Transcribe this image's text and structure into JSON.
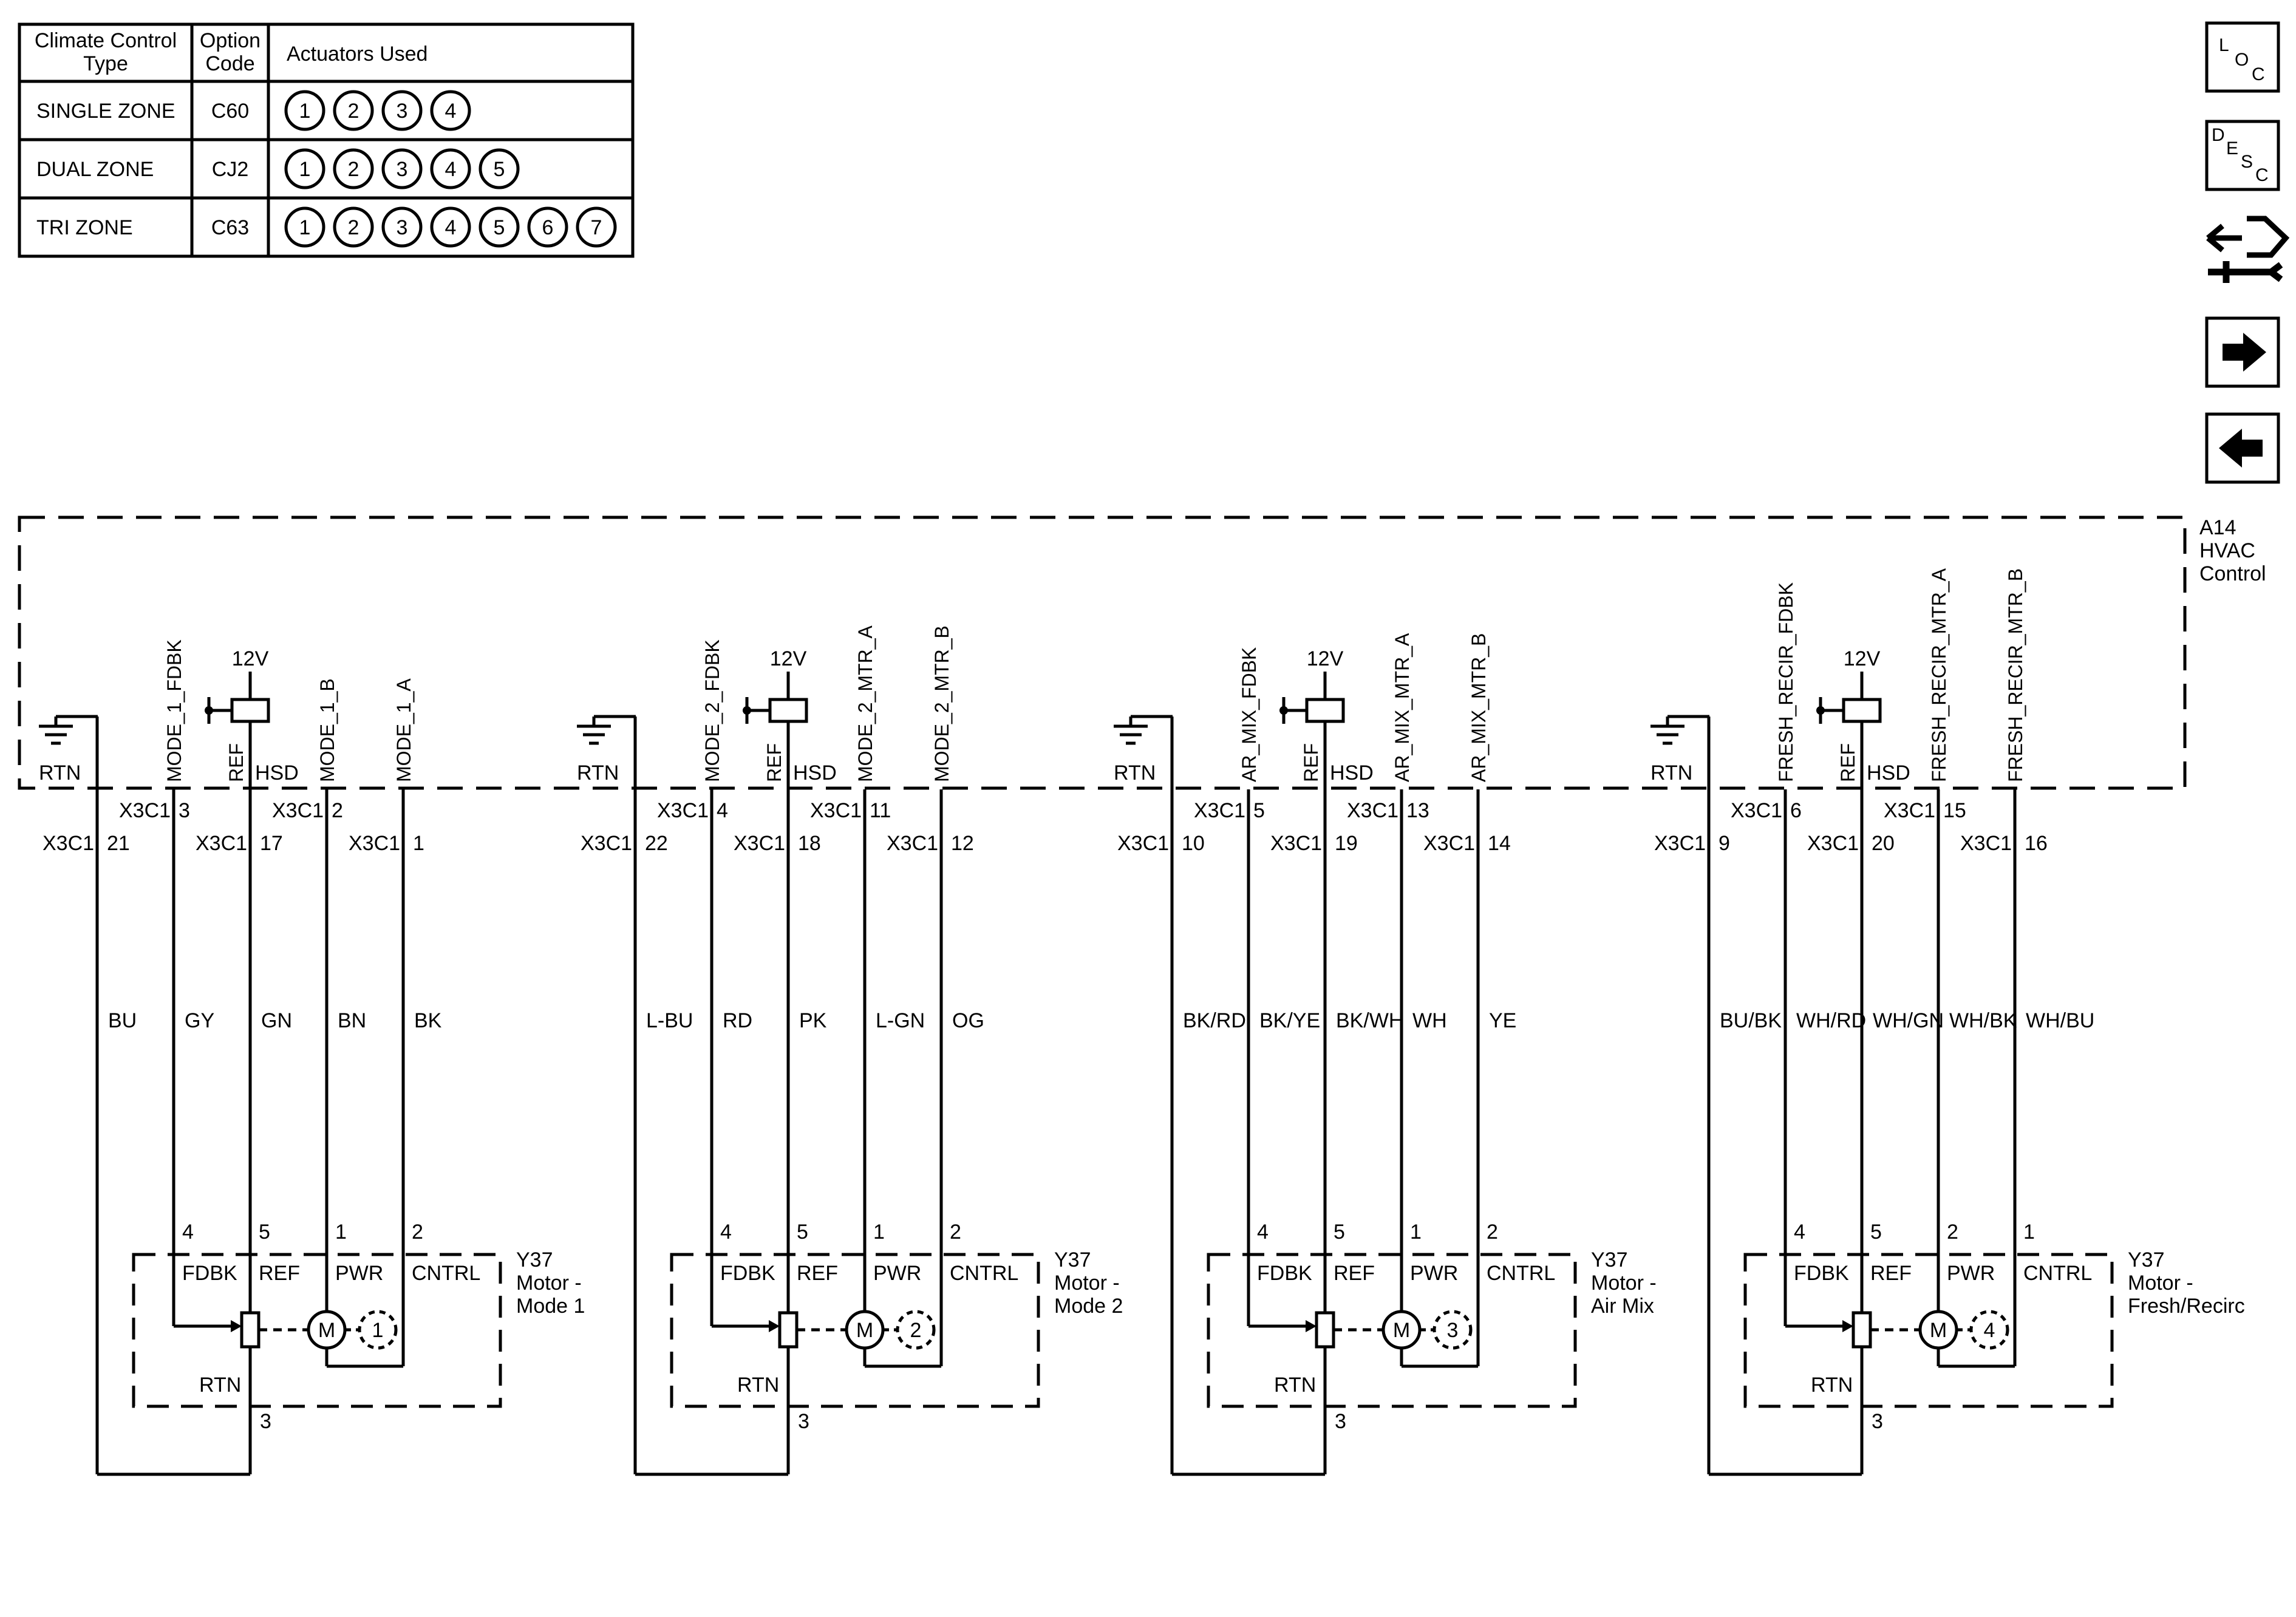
{
  "option_table": {
    "headers": [
      "Climate Control Type",
      "Option Code",
      "Actuators Used"
    ],
    "header_lines": [
      [
        "Climate Control",
        "Type"
      ],
      [
        "Option",
        "Code"
      ],
      [
        "Actuators Used"
      ]
    ],
    "rows": [
      {
        "type": "SINGLE ZONE",
        "code": "C60",
        "actuators": [
          "1",
          "2",
          "3",
          "4"
        ]
      },
      {
        "type": "DUAL ZONE",
        "code": "CJ2",
        "actuators": [
          "1",
          "2",
          "3",
          "4",
          "5"
        ]
      },
      {
        "type": "TRI ZONE",
        "code": "C63",
        "actuators": [
          "1",
          "2",
          "3",
          "4",
          "5",
          "6",
          "7"
        ]
      }
    ]
  },
  "nav": [
    {
      "name": "loc-button",
      "label": "LOC",
      "icon": "loc-icon"
    },
    {
      "name": "desc-button",
      "label": "DESC",
      "icon": "desc-icon"
    },
    {
      "name": "connector-tool-button",
      "icon": "connector-wrench-icon"
    },
    {
      "name": "next-button",
      "icon": "arrow-right-icon"
    },
    {
      "name": "previous-button",
      "icon": "arrow-left-icon"
    }
  ],
  "control_module": {
    "ref": "A14",
    "name_lines": [
      "HVAC",
      "Control"
    ]
  },
  "common": {
    "connector": "X3C1",
    "ground_label": "RTN",
    "ref_label": "REF",
    "hsd_label": "HSD",
    "supply": "12V",
    "motor_symbol": "M",
    "motor_pins": [
      "FDBK",
      "REF",
      "PWR",
      "CNTRL"
    ],
    "motor_rtn": "RTN",
    "motor_rtn_pin": "3"
  },
  "circuits": [
    {
      "fdbk_signal": "MODE_1_FDBK",
      "mtr_a_signal": "MODE_1_B",
      "mtr_b_signal": "MODE_1_A",
      "pins_top": [
        "3",
        "2"
      ],
      "pins_bottom": [
        "21",
        "17",
        "1"
      ],
      "wire_colors": [
        "BU",
        "GY",
        "GN",
        "BN",
        "BK"
      ],
      "motor_pin_numbers": [
        "4",
        "5",
        "1",
        "2"
      ],
      "motor_ref": "Y37",
      "motor_lines": [
        "Motor -",
        "Mode 1"
      ],
      "actuator_no": "1"
    },
    {
      "fdbk_signal": "MODE_2_FDBK",
      "mtr_a_signal": "MODE_2_MTR_A",
      "mtr_b_signal": "MODE_2_MTR_B",
      "pins_top": [
        "4",
        "11"
      ],
      "pins_bottom": [
        "22",
        "18",
        "12"
      ],
      "wire_colors": [
        "L-BU",
        "RD",
        "PK",
        "L-GN",
        "OG"
      ],
      "motor_pin_numbers": [
        "4",
        "5",
        "1",
        "2"
      ],
      "motor_ref": "Y37",
      "motor_lines": [
        "Motor -",
        "Mode 2"
      ],
      "actuator_no": "2"
    },
    {
      "fdbk_signal": "AR_MIX_FDBK",
      "mtr_a_signal": "AR_MIX_MTR_A",
      "mtr_b_signal": "AR_MIX_MTR_B",
      "pins_top": [
        "5",
        "13"
      ],
      "pins_bottom": [
        "10",
        "19",
        "14"
      ],
      "wire_colors": [
        "BK/RD",
        "BK/YE",
        "BK/WH",
        "WH",
        "YE"
      ],
      "motor_pin_numbers": [
        "4",
        "5",
        "1",
        "2"
      ],
      "motor_ref": "Y37",
      "motor_lines": [
        "Motor -",
        "Air Mix"
      ],
      "actuator_no": "3"
    },
    {
      "fdbk_signal": "FRESH_RECIR_FDBK",
      "mtr_a_signal": "FRESH_RECIR_MTR_A",
      "mtr_b_signal": "FRESH_RECIR_MTR_B",
      "pins_top": [
        "6",
        "15"
      ],
      "pins_bottom": [
        "9",
        "20",
        "16"
      ],
      "wire_colors": [
        "BU/BK",
        "WH/RD",
        "WH/GN",
        "WH/BK",
        "WH/BU"
      ],
      "motor_pin_numbers": [
        "4",
        "5",
        "2",
        "1"
      ],
      "motor_ref": "Y37",
      "motor_lines": [
        "Motor -",
        "Fresh/Recirc"
      ],
      "actuator_no": "4"
    }
  ]
}
